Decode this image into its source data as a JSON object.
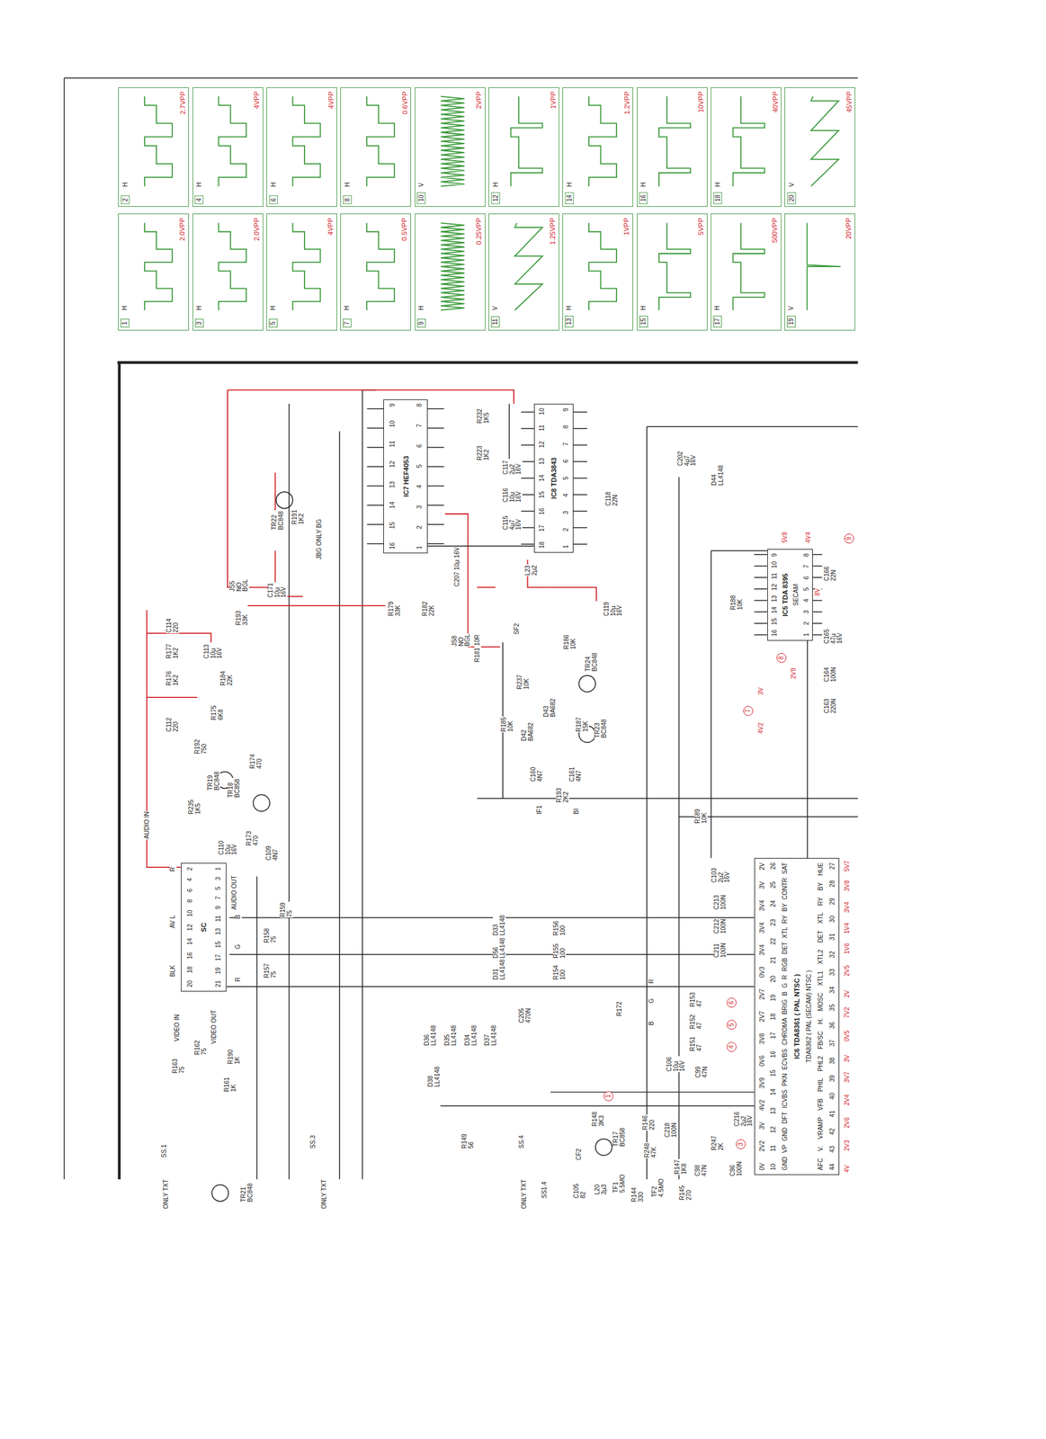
{
  "diagram": {
    "nodes": [
      {
        "text": [
          "1",
          "H",
          "2.0VPP"
        ]
      },
      {
        "text": [
          "2",
          "H",
          "2.7VPP"
        ]
      },
      {
        "text": [
          "3",
          "H",
          "2.0VPP"
        ]
      },
      {
        "text": [
          "4",
          "H",
          "4VPP"
        ]
      },
      {
        "text": [
          "5",
          "H",
          "4VPP"
        ]
      },
      {
        "text": [
          "6",
          "H",
          "4VPP"
        ]
      },
      {
        "text": [
          "7",
          "H",
          "0.5VPP"
        ]
      },
      {
        "text": [
          "8",
          "H",
          "0.6VPP"
        ]
      },
      {
        "text": [
          "9",
          "H",
          "0.25VPP"
        ]
      },
      {
        "text": [
          "10",
          "V",
          "2VPP"
        ]
      },
      {
        "text": [
          "11",
          "V",
          "1.25VPP"
        ]
      },
      {
        "text": [
          "12",
          "H",
          "1VPP"
        ]
      },
      {
        "text": [
          "13",
          "H",
          "1VPP"
        ]
      },
      {
        "text": [
          "14",
          "H",
          "1.2VPP"
        ]
      },
      {
        "text": [
          "15",
          "H",
          "5VPP"
        ]
      },
      {
        "text": [
          "16",
          "H",
          "10VPP"
        ]
      },
      {
        "text": [
          "17",
          "H",
          "500VPP"
        ]
      },
      {
        "text": [
          "18",
          "H",
          "40VPP"
        ]
      },
      {
        "text": [
          "19",
          "V",
          "20VPP"
        ]
      },
      {
        "text": [
          "20",
          "V",
          "45VPP"
        ]
      },
      {
        "text": [
          "16 15 14 13 12 11 10 9",
          "IC7 HEF4053",
          "1 2 3 4 5 6 7 8"
        ]
      },
      {
        "text": [
          "18 17 16 15 14 13 12 11 10",
          "IC8 TDA3843",
          "1 2 3 4 5 6 7 8 9"
        ]
      },
      {
        "text": [
          "16 15 14 13 12 11 10 9",
          "IC5 TDA 8395",
          "SECAM",
          "1 2 3 4 5 6 7 8"
        ]
      },
      {
        "text": [
          "20 18 16 14 12 10 8 6 4 2",
          "SC",
          "21 19 17 15 13 11 9 7 5 3 1"
        ]
      },
      {
        "text": [
          "0V 2V2 3V 4V2 3V9 0V6 3V8 2V7 2V7 0V3 3V4 3V4 3V4 3V 2V",
          "10 11 12 13 14 15 16 17 18 19 20 21 22 23 24 25 26",
          "GND VP GND DFT ICVBS PKN ECVBS CHROMA BRIG B G R RGB DET XTL RY BY CONTR SAT",
          "IC6 TDA8361 ( PAL NTSC )",
          "TDA8362 ( PAL (SECAM) NTSC )",
          "AFC V. VRAMP VFB PHIL PHL2 FB/SC H. MOSC XTL1 XTL2 DET XTL RY BY HUE",
          "44 43 42 41 40 39 38 37 36 35 34 33 32 31 30 29 28 27"
        ]
      }
    ],
    "edges": [
      {
        "from": 20,
        "to": 21,
        "arrow": "none"
      },
      {
        "from": 23,
        "to": 24,
        "arrow": "none"
      },
      {
        "from": 22,
        "to": 24,
        "arrow": "none"
      }
    ],
    "labels": [
      "AUDIO IN",
      "C114 220",
      "R177 1K2",
      "R176 1K2",
      "C113 10µ 16V",
      "R184 22K",
      "C112 220",
      "R192 750",
      "R175 6K8",
      "TR19 BC848",
      "R235 1K5",
      "TR18 BC858",
      "R174 470",
      "C110 10µ 16V",
      "R173 470",
      "C109 4N7",
      "R193 33K",
      "JS5 NO BGL",
      "C171 10µ 16V",
      "TR22 BC848",
      "R191 1K2",
      "JBG ONLY BG",
      "R179 33K",
      "R182 22K",
      "JS8 NO BGL",
      "C207 10µ 16V",
      "R181 10R",
      "SF2",
      "L23 2µ2",
      "C119 10µ 16V",
      "R237 10K",
      "R186 10K",
      "TR24 BC848",
      "R185 10K",
      "D42 BA682",
      "D43 BA682",
      "R187 15K",
      "TR23 BC848",
      "C160 4N7",
      "C161 4N7",
      "R193 2K2",
      "IF1",
      "BI",
      "C118 22N",
      "R232 1K5",
      "R223 1K2",
      "C115 4µ7 16V",
      "C116 10µ 16V",
      "C117 2µ2 16V",
      "C202 4µ7 16V",
      "D44 LL4148",
      "R188 10K",
      "C166 22N",
      "C165 47µ 16V",
      "C164 100N",
      "C163 220N",
      "R189 10K",
      "C103 2µ2 16V",
      "C213 100N",
      "C212 100N",
      "C211 100N",
      "R153 47",
      "R152 47",
      "R151 47",
      "R172",
      "C205 470N",
      "D33 LL4148",
      "D56 LL4148",
      "D31 LL4148",
      "R156 100",
      "R155 100",
      "R154 100",
      "D36 LL4148",
      "D35 LL4148",
      "D34 LL4148",
      "D37 LL4148",
      "D38 LL4148",
      "R149 56",
      "R148 3K3",
      "TR17 BC858",
      "R146 220",
      "C106 10µ 16V",
      "C99 47N",
      "C216 2µ2 16V",
      "R247 2K",
      "R248 47K",
      "C218 100N",
      "R147 1K8",
      "C98 47N",
      "C96 100N",
      "TF1 5.5MO",
      "TF2 4.5MO",
      "L20 3µ3",
      "R144 330",
      "R145 270",
      "C105 82",
      "CF2",
      "SS.1",
      "SS.3",
      "SS.4",
      "SS1.4",
      "ONLY TXT",
      "ONLY TXT",
      "ONLY TXT",
      "TR21 BC848",
      "R163 75",
      "R162 75",
      "R161 1K",
      "R190 1K",
      "VIDEO IN",
      "VIDEO OUT",
      "AUDIO OUT",
      "R159 75",
      "R158 75",
      "R157 75",
      "BLK",
      "AV L",
      "R",
      "B",
      "G",
      "R",
      "B",
      "G",
      "R",
      "1",
      "3",
      "4",
      "5",
      "6",
      "7",
      "8",
      "9",
      "3V",
      "2V9",
      "4V2",
      "5V8",
      "4V4",
      "8V",
      "4V",
      "2V3",
      "2V6",
      "2V4",
      "3V7",
      "3V",
      "0V5",
      "7V2",
      "2V",
      "2V5",
      "1V6",
      "1V4",
      "3V4",
      "3V8",
      "5V7"
    ]
  }
}
